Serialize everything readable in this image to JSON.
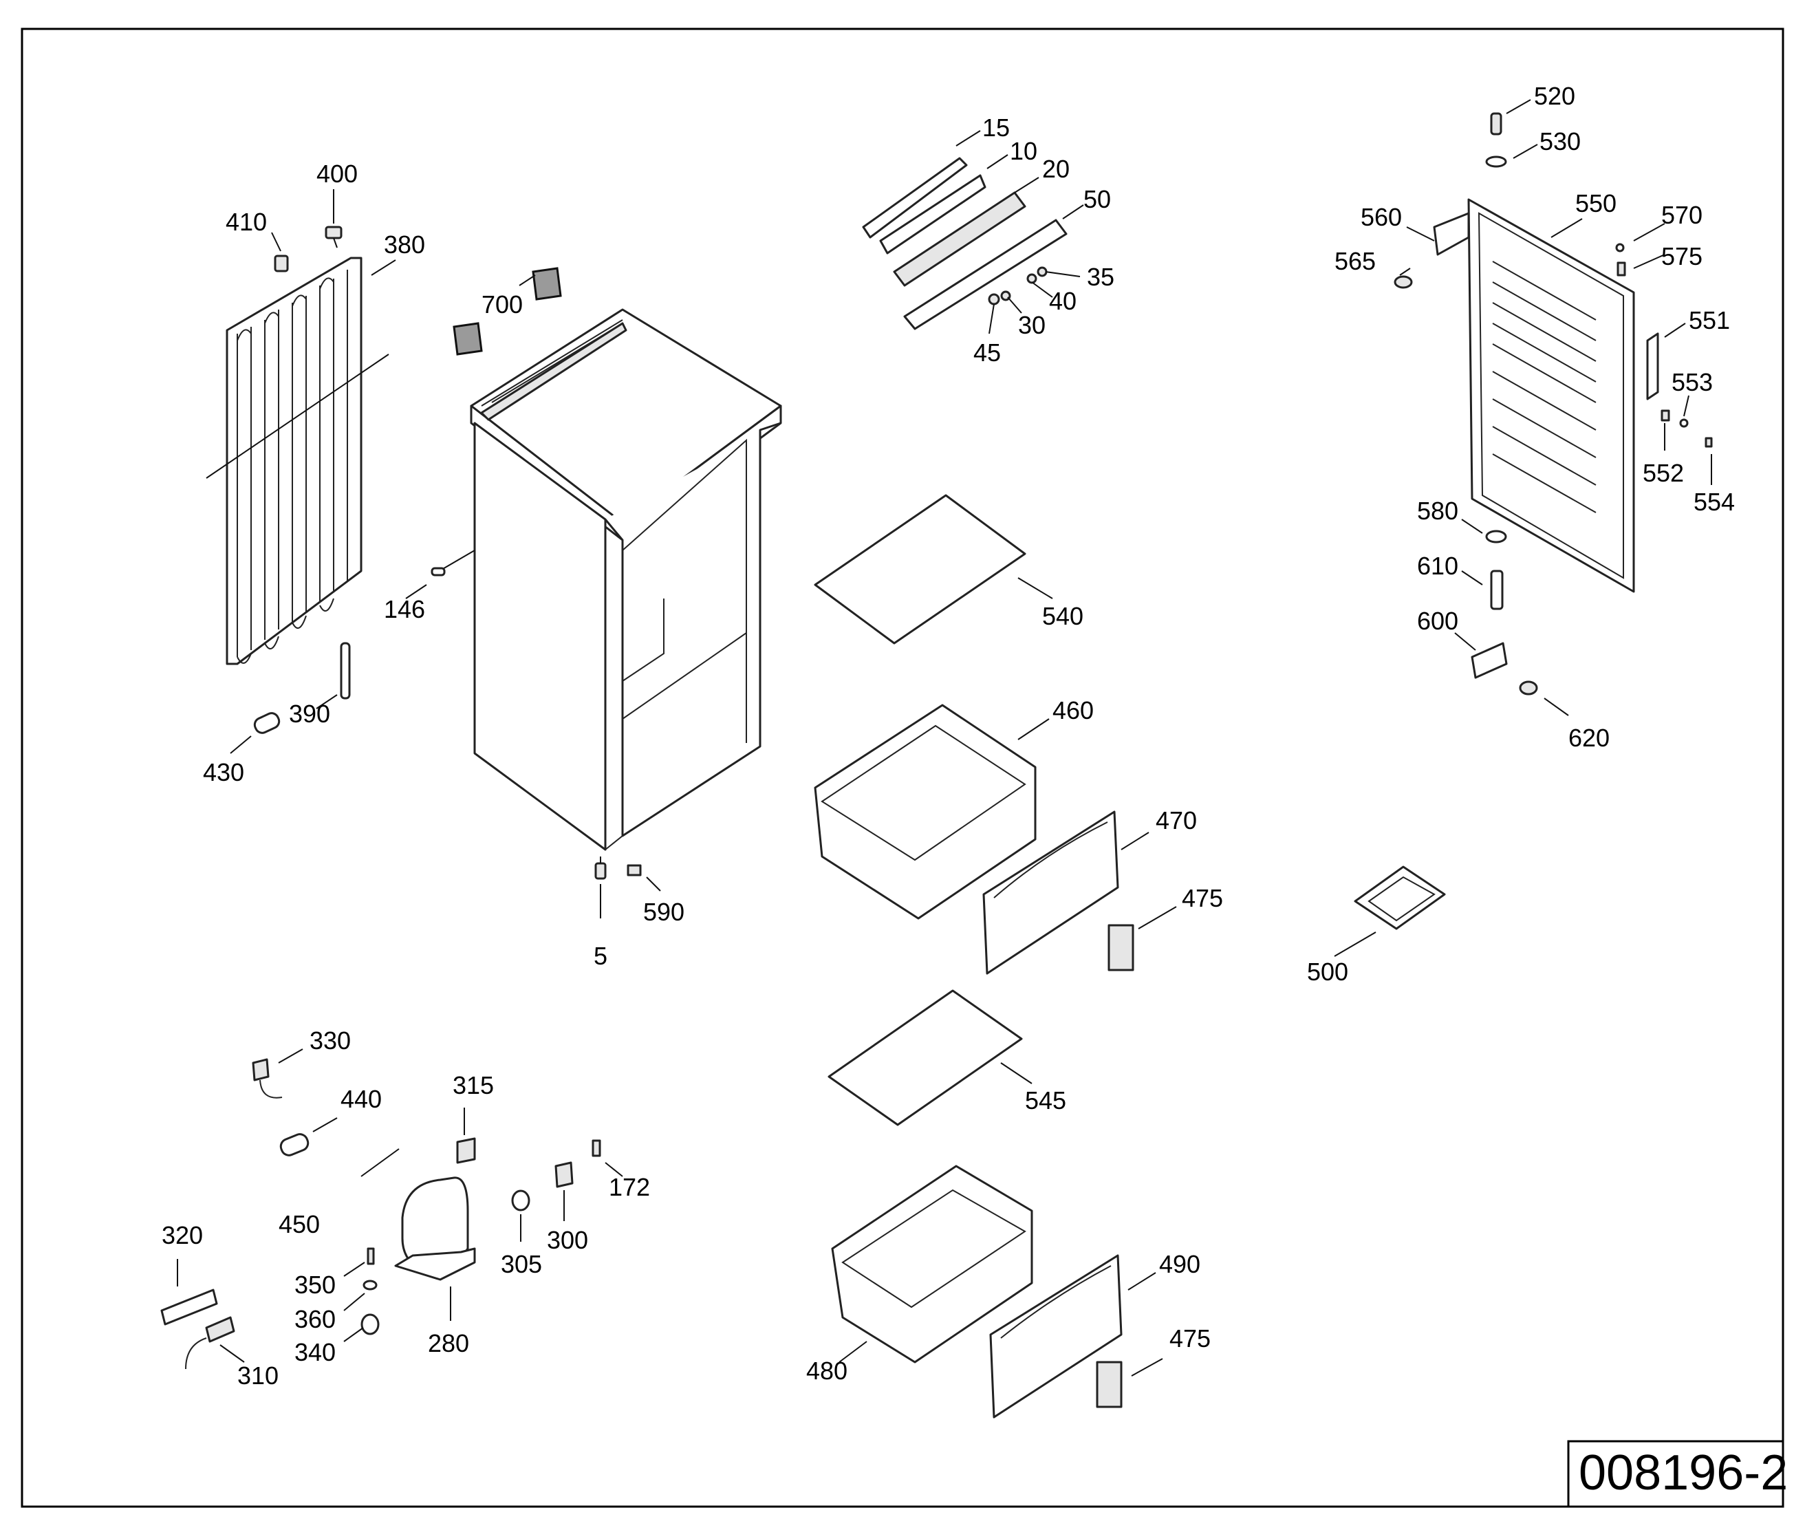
{
  "drawing_number": "008196-2",
  "part_labels": {
    "p15": "15",
    "p10": "10",
    "p20": "20",
    "p50": "50",
    "p35": "35",
    "p40": "40",
    "p30": "30",
    "p45": "45",
    "p400": "400",
    "p410": "410",
    "p380": "380",
    "p700": "700",
    "p146": "146",
    "p390": "390",
    "p430": "430",
    "p540": "540",
    "p460": "460",
    "p470": "470",
    "p475a": "475",
    "p5": "5",
    "p590": "590",
    "p520": "520",
    "p530": "530",
    "p560": "560",
    "p550": "550",
    "p570": "570",
    "p565": "565",
    "p575": "575",
    "p551": "551",
    "p553": "553",
    "p552": "552",
    "p554": "554",
    "p580": "580",
    "p610": "610",
    "p600": "600",
    "p620": "620",
    "p500": "500",
    "p330": "330",
    "p440": "440",
    "p315": "315",
    "p172": "172",
    "p450": "450",
    "p300": "300",
    "p305": "305",
    "p320": "320",
    "p350": "350",
    "p360": "360",
    "p340": "340",
    "p280": "280",
    "p310": "310",
    "p545": "545",
    "p480": "480",
    "p490": "490",
    "p475b": "475"
  }
}
